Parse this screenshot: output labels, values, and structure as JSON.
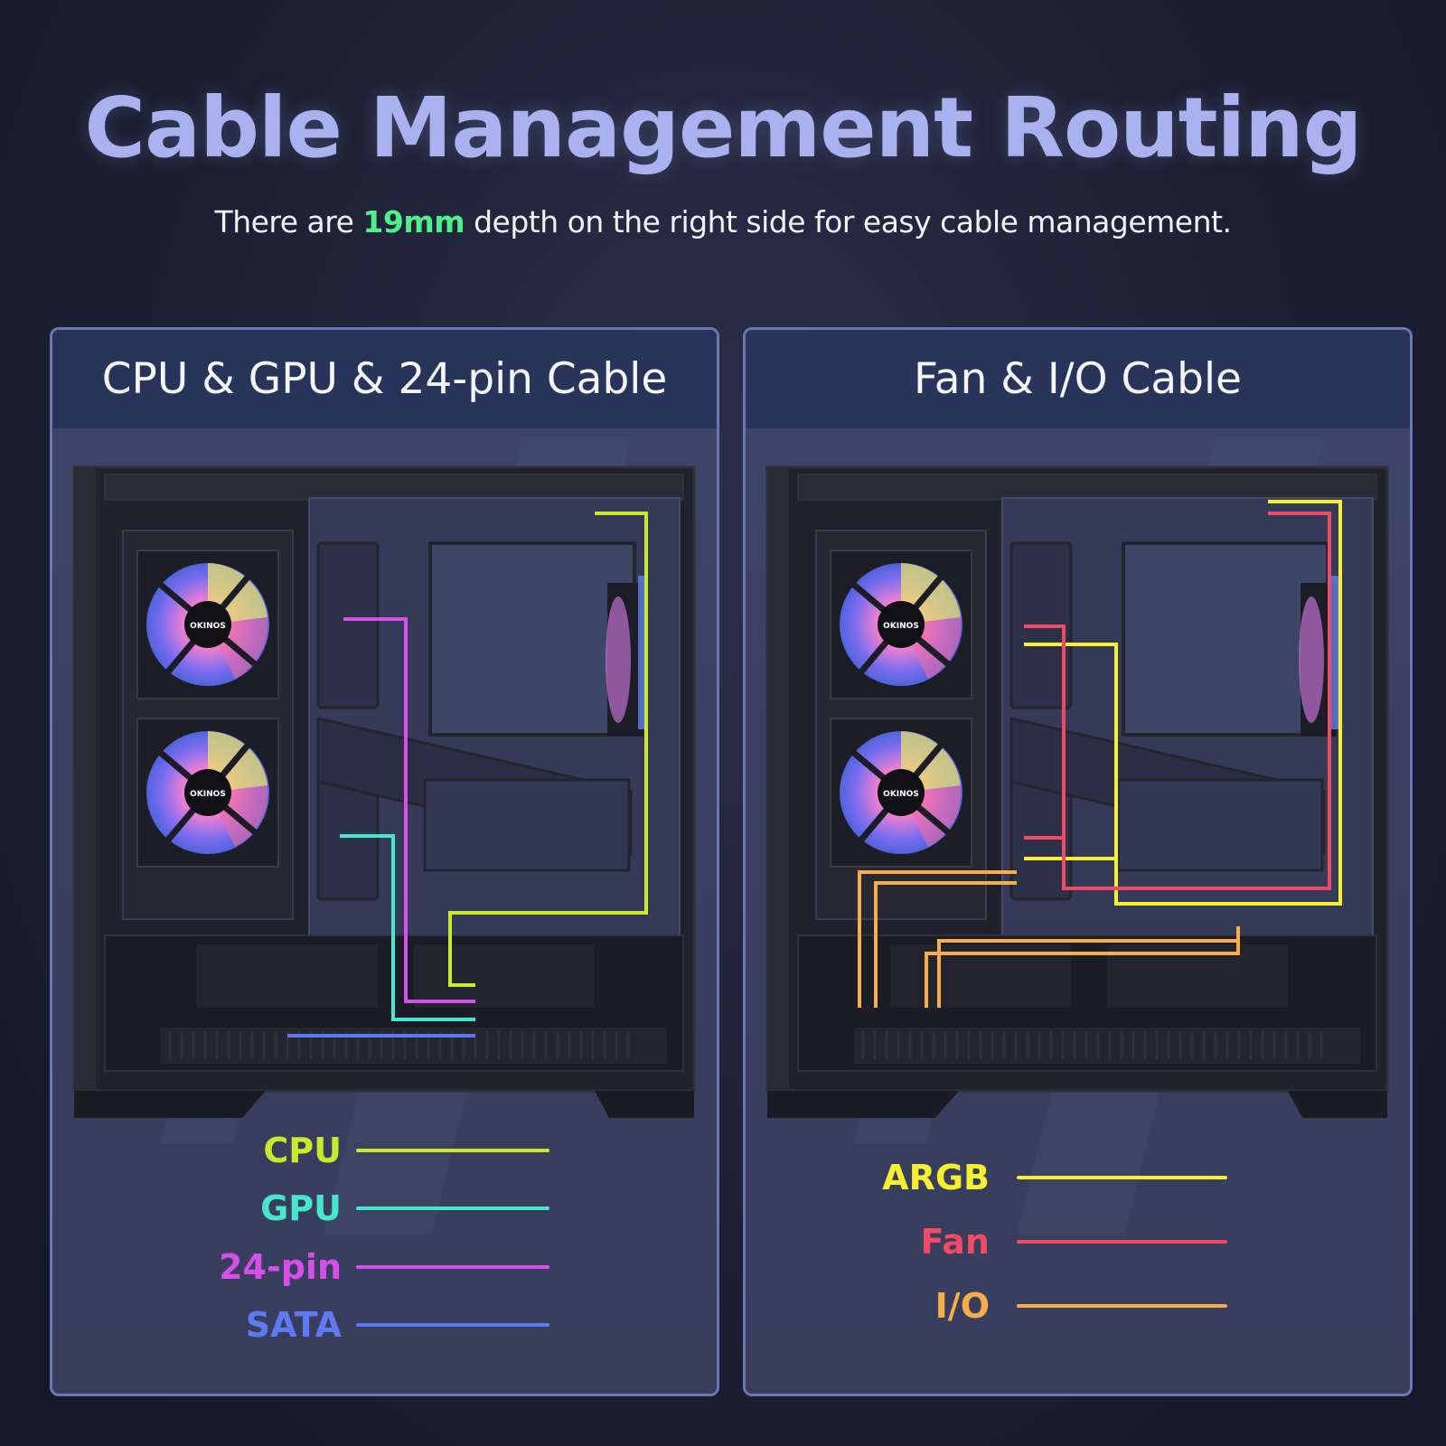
{
  "title": "Cable Management Routing",
  "subtitle": {
    "before": "There are ",
    "highlight": "19mm",
    "after": " depth on the right side for easy cable management."
  },
  "panels": [
    {
      "heading": "CPU & GPU & 24-pin Cable",
      "legend": [
        {
          "label": "CPU",
          "color": "#c8e92c"
        },
        {
          "label": "GPU",
          "color": "#48e6cf"
        },
        {
          "label": "24-pin",
          "color": "#d54fe8"
        },
        {
          "label": "SATA",
          "color": "#5d7af2"
        }
      ]
    },
    {
      "heading": "Fan & I/O Cable",
      "legend": [
        {
          "label": "ARGB",
          "color": "#f6f032"
        },
        {
          "label": "Fan",
          "color": "#f04a64"
        },
        {
          "label": "I/O",
          "color": "#f7ae4a"
        }
      ]
    }
  ],
  "fan_brand": "OKINOS"
}
